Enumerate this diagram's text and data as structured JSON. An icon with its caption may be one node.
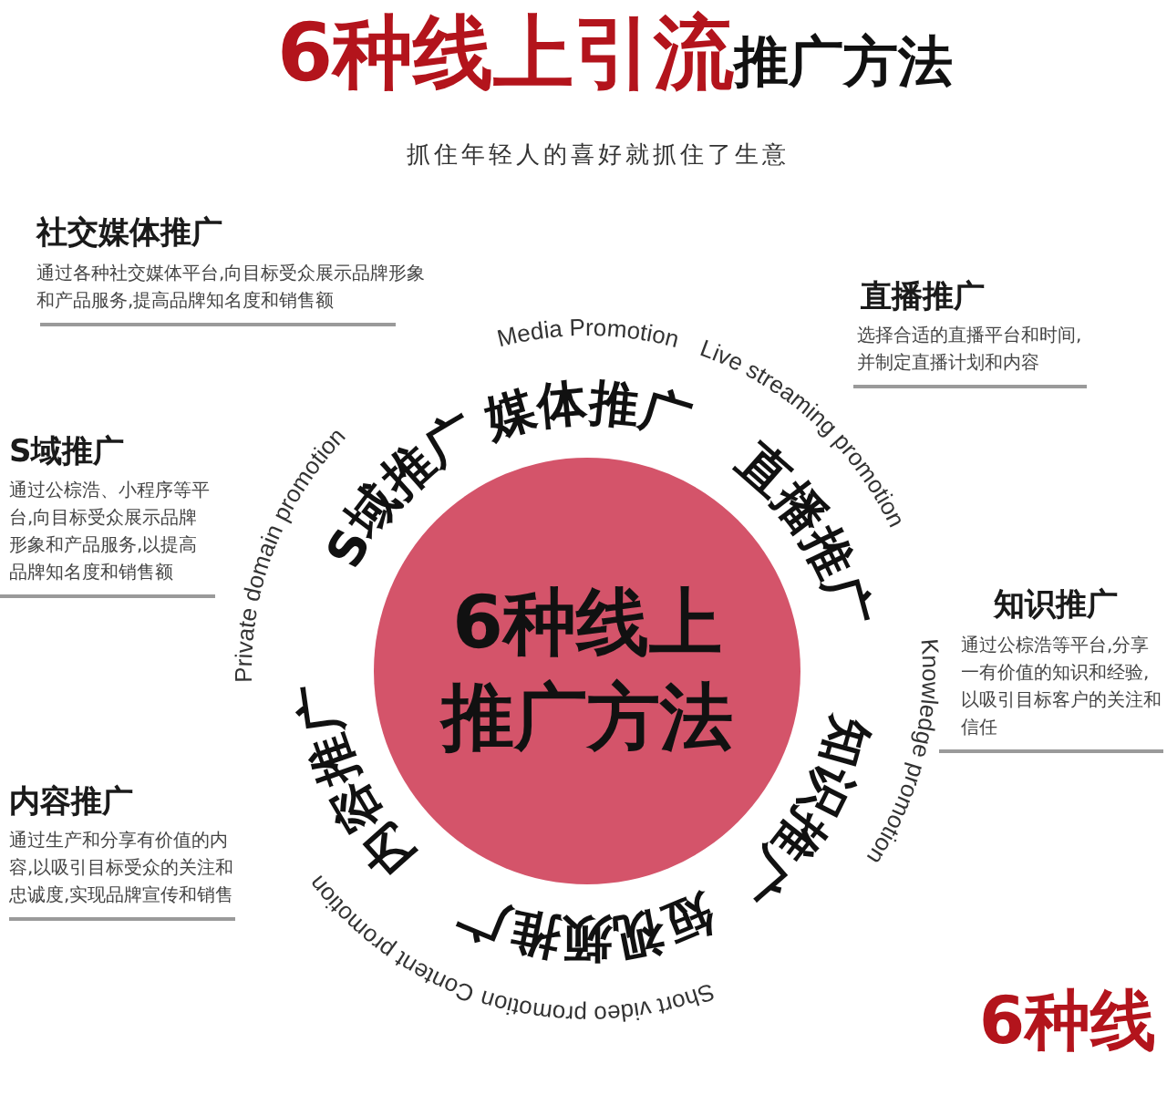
{
  "diagram": {
    "title": "**6种线上引流**推广方法",
    "nodes": [
      {
        "text": [
          "6种线上推广方法"
        ]
      }
    ],
    "labels": [
      "抓住年轻人的喜好就抓住了生意",
      "社交媒体推广",
      "通过各种社交媒体平台,向目标受众展示品牌形象和产品服务,提高品牌知名度和销售额",
      "Media Promotion",
      "直播推广",
      "选择合适的直播平台和时间,并制定直播计划和内容",
      "媒体推广",
      "Private domain promotion",
      "Live streaming promotion",
      "S域推广",
      "通过公棕浩、小程序等平台,向目标受众展示品牌形象和产品服务,以提高品牌知名度和销售额",
      "S域推广",
      "直播推广",
      "知识推广",
      "通过公棕浩等平台,分享一有价值的知识和经验,以吸引目标客户的关注和信任",
      "Content promotion",
      "内容推广",
      "知识推广",
      "Knowledge promotion",
      "内容推广",
      "通过生产和分享有价值的内容,以吸引目标受众的关注和忠诚度,实现品牌宣传和销售",
      "短视频推广",
      "Short video promotion",
      "6种线"
    ]
  }
}
